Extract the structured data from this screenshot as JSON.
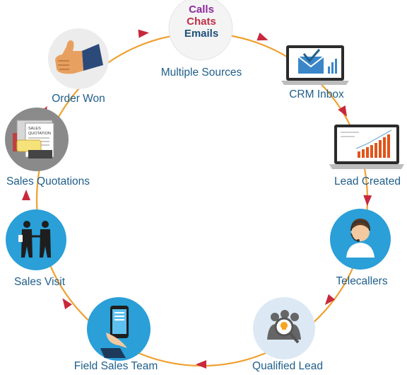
{
  "diagram": {
    "sources": {
      "lines": [
        "Calls",
        "Chats",
        "Emails"
      ],
      "colors": [
        "#8e2a9c",
        "#c0304a",
        "#1f4f7a"
      ]
    },
    "stages": [
      {
        "label": "Multiple Sources",
        "icon": "multiple-sources-icon"
      },
      {
        "label": "CRM Inbox",
        "icon": "crm-inbox-icon"
      },
      {
        "label": "Lead Created",
        "icon": "lead-chart-icon"
      },
      {
        "label": "Telecallers",
        "icon": "telecaller-icon"
      },
      {
        "label": "Qualified Lead",
        "icon": "qualified-lead-icon"
      },
      {
        "label": "Field Sales Team",
        "icon": "field-sales-phone-icon"
      },
      {
        "label": "Sales Visit",
        "icon": "handshake-icon"
      },
      {
        "label": "Sales Quotations",
        "icon": "sales-quotation-icon"
      },
      {
        "label": "Order Won",
        "icon": "thumbs-up-icon"
      }
    ],
    "quotation_sheet": {
      "line1": "SALES",
      "line2": "QUOTATION"
    },
    "colors": {
      "ring": "#f0a030",
      "arrow": "#c8283c",
      "label": "#1f5f8a",
      "icon_blue": "#2a9fd8",
      "icon_dark": "#555555"
    }
  }
}
